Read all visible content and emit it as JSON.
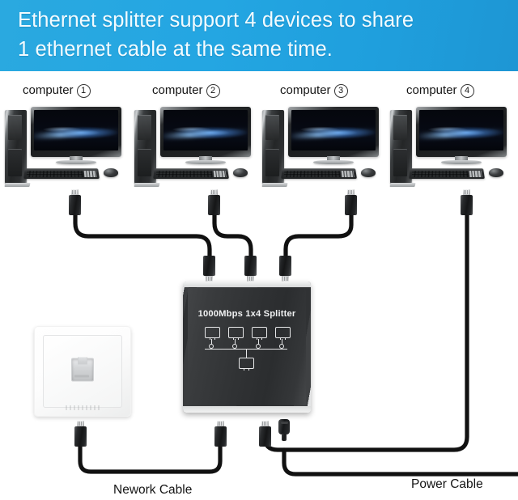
{
  "banner": {
    "text": "Ethernet splitter support 4 devices to share\n1 ethernet cable at the same time.",
    "bg_color_left": "#2aa9e0",
    "bg_color_right": "#1e96d4",
    "text_color": "#f2fbff"
  },
  "computers": [
    {
      "label": "computer",
      "number": "1",
      "icon": "desktop-computer-icon"
    },
    {
      "label": "computer",
      "number": "2",
      "icon": "desktop-computer-icon"
    },
    {
      "label": "computer",
      "number": "3",
      "icon": "desktop-computer-icon"
    },
    {
      "label": "computer",
      "number": "4",
      "icon": "desktop-computer-icon"
    }
  ],
  "splitter": {
    "title": "1000Mbps 1x4 Splitter",
    "body_color": "#303234",
    "silk_color": "#e7e8e9",
    "output_ports": 4,
    "input_ports": 1,
    "diagram_icon": "four-to-one-monitor-tree-icon"
  },
  "wall_plate": {
    "icon": "rj45-wall-jack-icon",
    "color": "#ffffff"
  },
  "cables": {
    "network_label": "Nework Cable",
    "power_label": "Power Cable",
    "color": "#111111",
    "connector_icons": {
      "network": "rj45-connector-icon",
      "power": "usb-c-connector-icon"
    }
  }
}
